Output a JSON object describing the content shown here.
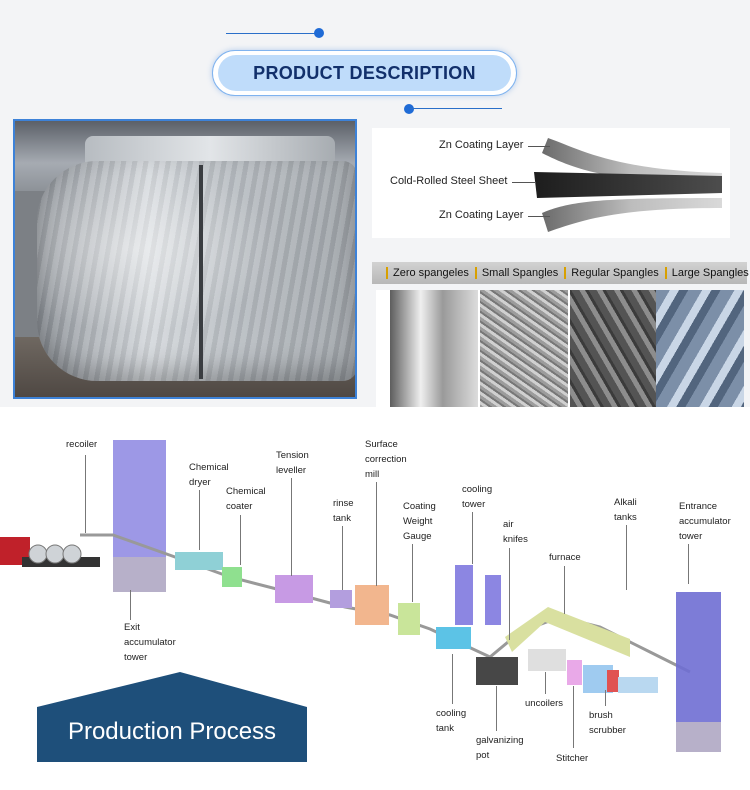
{
  "header": {
    "title": "PRODUCT DESCRIPTION"
  },
  "layers": {
    "top": "Zn Coating Layer",
    "middle": "Cold-Rolled Steel Sheet",
    "bottom": "Zn Coating Layer"
  },
  "spangles": {
    "labels": [
      "Zero spangeles",
      "Small Spangles",
      "Regular Spangles",
      "Large Spangles"
    ]
  },
  "process": {
    "banner": "Production Process",
    "labels": {
      "recoiler": "recoiler",
      "exit_tower": "Exit\naccumulator\ntower",
      "chemical_dryer": "Chemical\ndryer",
      "chemical_coater": "Chemical\ncoater",
      "tension_leveller": "Tension\nleveller",
      "rinse_tank": "rinse\ntank",
      "surface_mill": "Surface\ncorrection\nmill",
      "coating_gauge": "Coating\nWeight\nGauge",
      "cooling_tower": "cooling\ntower",
      "air_knifes": "air\nknifes",
      "furnace": "furnace",
      "alkali_tanks": "Alkali\ntanks",
      "entrance_tower": "Entrance\naccumulator\ntower",
      "cooling_tank": "cooling\ntank",
      "galvanizing_pot": "galvanizing\npot",
      "uncoilers": "uncoilers",
      "brush_scrubber": "brush\nscrubber",
      "stitcher": "Stitcher"
    }
  },
  "colors": {
    "accent": "#1f6bd6",
    "banner": "#1e4f7a",
    "tower": "#6f6ed3"
  }
}
